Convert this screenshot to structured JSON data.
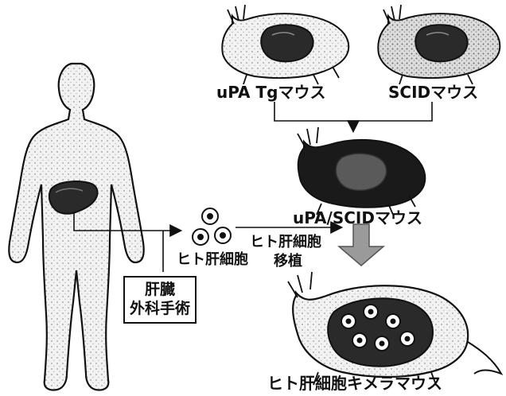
{
  "labels": {
    "mouse_upa": "uPA Tgマウス",
    "mouse_scid": "SCIDマウス",
    "mouse_cross": "uPA/SCIDマウス",
    "hepatocytes": "ヒト肝細胞",
    "transplant_line1": "ヒト肝細胞",
    "transplant_line2": "移植",
    "surgery_line1": "肝臓",
    "surgery_line2": "外科手術",
    "chimera": "ヒト肝細胞キメラマウス"
  },
  "colors": {
    "ink": "#111111",
    "stipple": "#8a8a8a",
    "dark_mouse": "#1a1a1a",
    "liver": "#2a2a2a",
    "big_arrow": "#9a9a9a"
  }
}
